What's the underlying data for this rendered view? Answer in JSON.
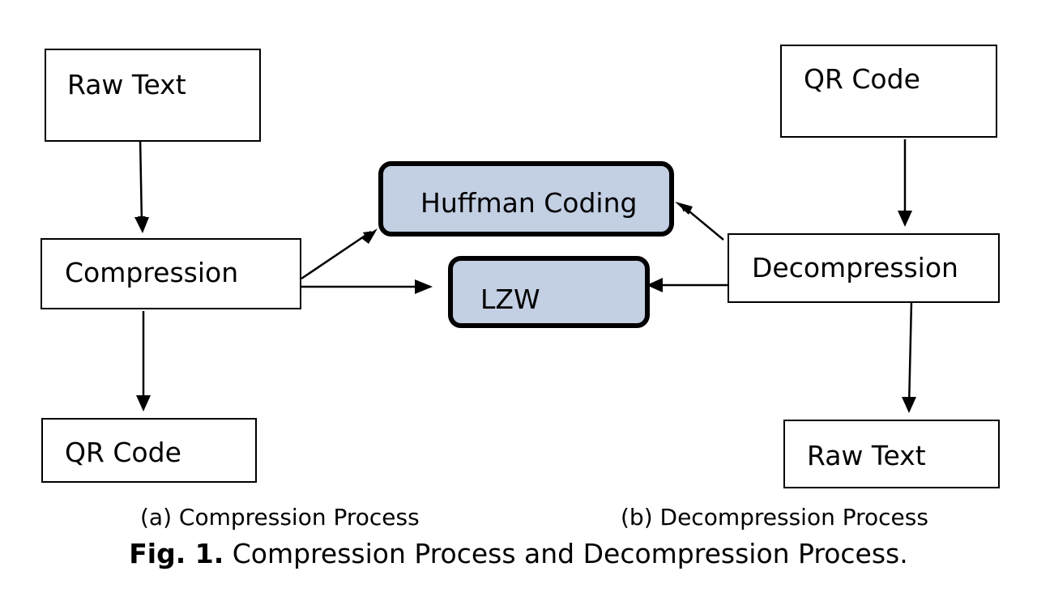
{
  "compression": {
    "raw_text": "Raw Text",
    "compression": "Compression",
    "qr_code": "QR Code",
    "label": "(a) Compression Process"
  },
  "algorithms": {
    "huffman": "Huffman Coding",
    "lzw": "LZW"
  },
  "decompression": {
    "qr_code": "QR Code",
    "decompression": "Decompression",
    "raw_text": "Raw Text",
    "label": "(b) Decompression Process"
  },
  "caption": {
    "prefix": "Fig. 1.",
    "text": "Compression Process and Decompression Process."
  },
  "colors": {
    "algorithm_fill": "#c3cfe3"
  }
}
